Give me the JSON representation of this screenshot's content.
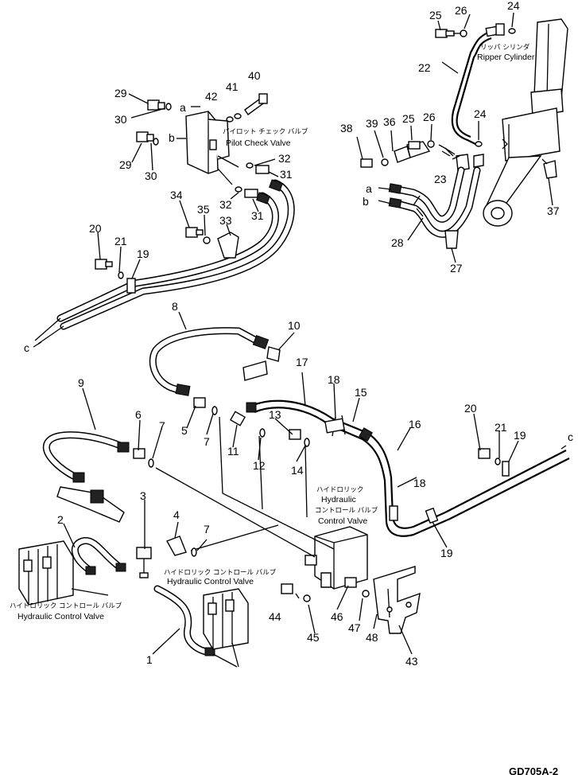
{
  "figure_code": "GD705A-2",
  "captions": {
    "ripper_cylinder": {
      "jp": "リッパ シリンダ",
      "en": "Ripper Cylinder"
    },
    "pilot_check_valve": {
      "jp": "パイロット チェック バルブ",
      "en": "Pilot Check Valve"
    },
    "hydraulic_control_valve_center": {
      "jp1": "ハイドロリック",
      "en1": "Hydraulic",
      "jp2": "コントロール バルブ",
      "en2": "Control Valve"
    },
    "hydraulic_control_valve_bottom": {
      "jp": "ハイドロリック コントロール バルブ",
      "en": "Hydraulic Control Valve"
    },
    "hydraulic_control_valve_left": {
      "jp": "ハイドロリック コントロール バルブ",
      "en": "Hydraulic Control Valve"
    }
  },
  "reference_letters": {
    "a": "a",
    "b": "b",
    "c": "c"
  },
  "part_numbers": {
    "p1": "1",
    "p2": "2",
    "p3": "3",
    "p4": "4",
    "p5": "5",
    "p6": "6",
    "p7a": "7",
    "p7b": "7",
    "p7c": "7",
    "p8": "8",
    "p9": "9",
    "p10": "10",
    "p11": "11",
    "p12": "12",
    "p13": "13",
    "p14": "14",
    "p15": "15",
    "p16": "16",
    "p17": "17",
    "p18a": "18",
    "p18b": "18",
    "p19a": "19",
    "p19b": "19",
    "p19c": "19",
    "p20a": "20",
    "p20b": "20",
    "p21a": "21",
    "p21b": "21",
    "p22": "22",
    "p23": "23",
    "p24a": "24",
    "p24b": "24",
    "p25a": "25",
    "p25b": "25",
    "p26a": "26",
    "p26b": "26",
    "p27": "27",
    "p28": "28",
    "p29a": "29",
    "p29b": "29",
    "p30a": "30",
    "p30b": "30",
    "p31a": "31",
    "p31b": "31",
    "p32a": "32",
    "p32b": "32",
    "p33": "33",
    "p34": "34",
    "p35": "35",
    "p36": "36",
    "p37": "37",
    "p38": "38",
    "p39": "39",
    "p40": "40",
    "p41": "41",
    "p42": "42",
    "p43": "43",
    "p44": "44",
    "p45": "45",
    "p46": "46",
    "p47": "47",
    "p48": "48"
  }
}
